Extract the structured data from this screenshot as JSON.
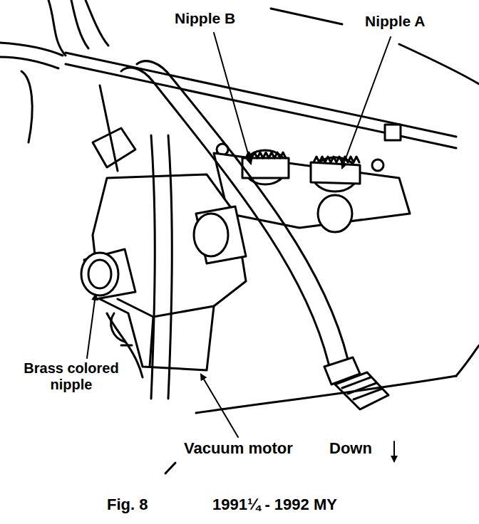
{
  "diagram": {
    "labels": [
      "Nipple B",
      "Nipple A",
      "Brass colored nipple",
      "Vacuum motor",
      "Down",
      "Fig. 8",
      "1991¼ - 1992 MY"
    ]
  }
}
